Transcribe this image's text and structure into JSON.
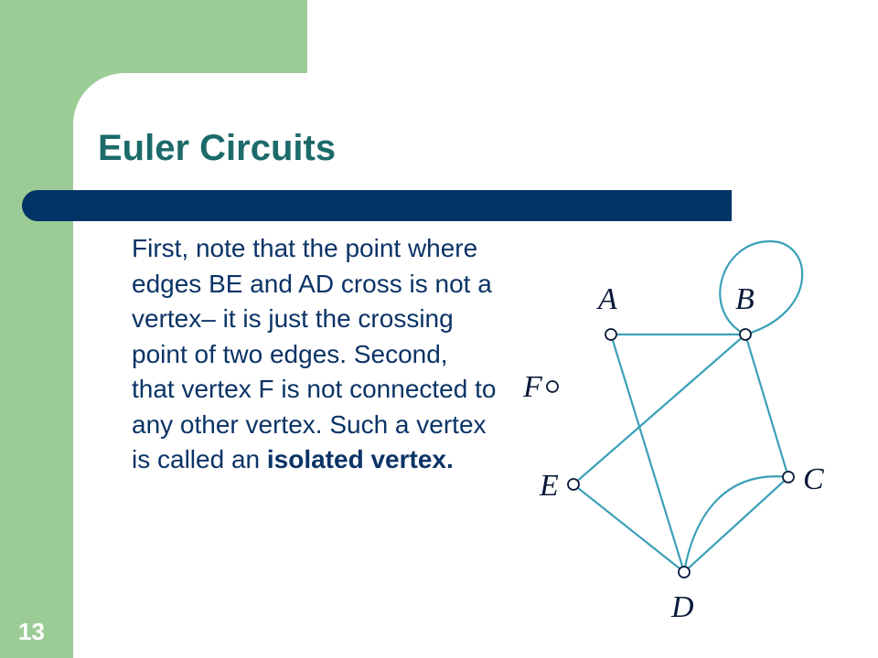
{
  "slide": {
    "title": "Euler Circuits",
    "number": "13",
    "body": {
      "part1": "First, note that the point where edges BE and AD cross is not a vertex– it is just the crossing point of two edges.  Second, that vertex F is not connected to any other vertex.  Such a vertex is called an ",
      "bold_term": "isolated vertex."
    }
  },
  "diagram": {
    "vertex_labels": {
      "A": "A",
      "B": "B",
      "C": "C",
      "D": "D",
      "E": "E",
      "F": "F"
    }
  },
  "colors": {
    "green_panel": "#9ccc95",
    "title": "#1c6a6a",
    "title_bar": "#033466",
    "body_text": "#0a3366",
    "edge": "#3aa0b8"
  }
}
